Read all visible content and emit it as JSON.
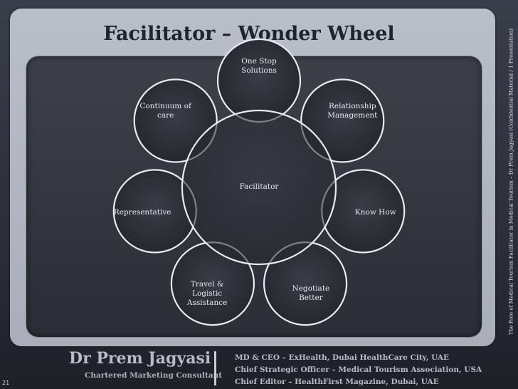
{
  "slide": {
    "title": "Facilitator – Wonder Wheel",
    "side_note": "The Role of Medical Tourism Facilitator in Medical Tourism – Dr Prem Jagyasi (Confidential Material / 1 Presentation)",
    "page_number": "21"
  },
  "wheel": {
    "center": {
      "label": "Facilitator"
    },
    "nodes": [
      {
        "id": "one-stop",
        "label": "One Stop\nSolutions"
      },
      {
        "id": "relationship",
        "label": "Relationship\nManagement"
      },
      {
        "id": "know-how",
        "label": "Know How"
      },
      {
        "id": "negotiate",
        "label": "Negotiate\nBetter"
      },
      {
        "id": "travel",
        "label": "Travel &\nLogistic\nAssistance"
      },
      {
        "id": "representative",
        "label": "Representative"
      },
      {
        "id": "continuum",
        "label": "Continuum of\ncare"
      }
    ]
  },
  "footer": {
    "name": "Dr Prem Jagyasi",
    "subtitle": "Chartered Marketing Consultant",
    "roles": [
      "MD & CEO – ExHealth, Dubai HealthCare City, UAE",
      "Chief Strategic Officer – Medical Tourism Association, USA",
      "Chief Editor – HealthFirst Magazine, Dubai, UAE"
    ]
  }
}
